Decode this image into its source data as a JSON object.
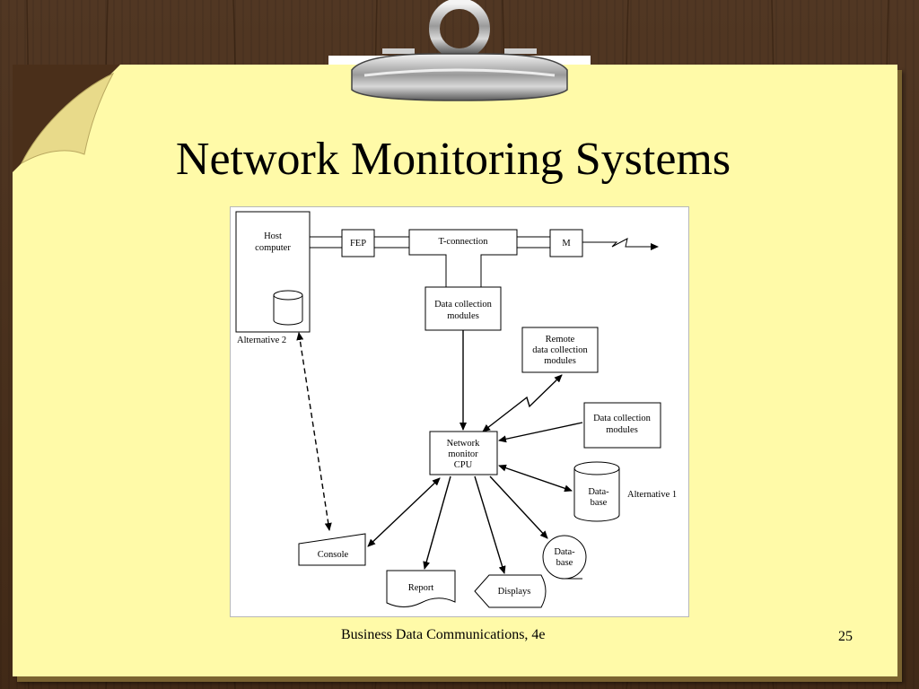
{
  "slide": {
    "title": "Network Monitoring Systems",
    "footer": "Business Data Communications, 4e",
    "page_number": "25"
  },
  "diagram": {
    "nodes": {
      "host_computer": [
        "Host",
        "computer"
      ],
      "fep": "FEP",
      "t_connection": "T-connection",
      "modem": "M",
      "data_collection_top": [
        "Data collection",
        "modules"
      ],
      "remote_modules": [
        "Remote",
        "data collection",
        "modules"
      ],
      "data_collection_right": [
        "Data collection",
        "modules"
      ],
      "network_monitor": [
        "Network",
        "monitor",
        "CPU"
      ],
      "database_alt1": [
        "Data-",
        "base"
      ],
      "database_bottom": [
        "Data-",
        "base"
      ],
      "console": "Console",
      "report": "Report",
      "displays": "Displays"
    },
    "annotations": {
      "alternative_2": "Alternative 2",
      "alternative_1": "Alternative 1"
    }
  },
  "colors": {
    "paper": "#fffaa8",
    "wood": "#4a2f1a",
    "ink": "#000000"
  }
}
